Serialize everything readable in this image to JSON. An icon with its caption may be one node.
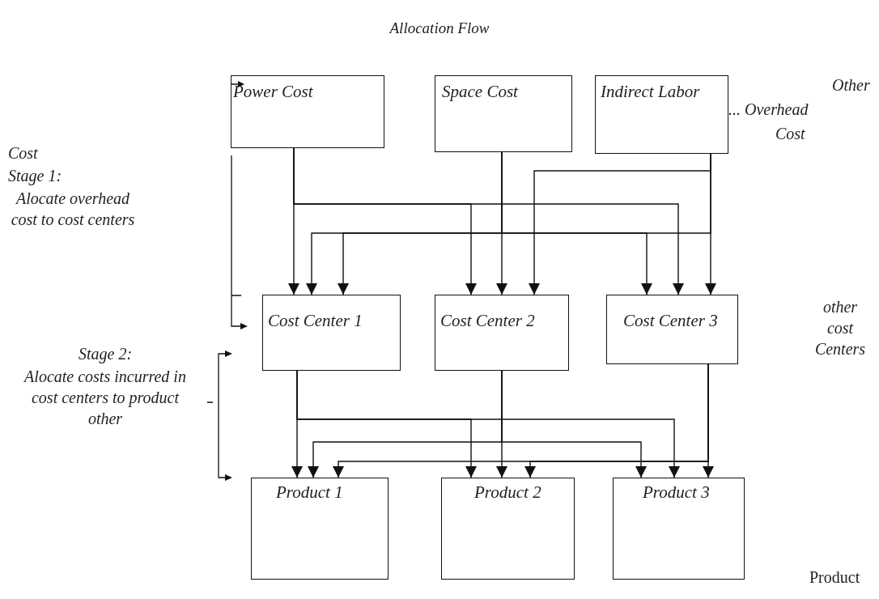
{
  "diagram": {
    "title": "Allocation Flow",
    "nodes": [
      {
        "text": [
          "Power Cost"
        ]
      },
      {
        "text": [
          "Space Cost"
        ]
      },
      {
        "text": [
          "Indirect Labor"
        ]
      },
      {
        "text": [
          "Cost Center 1"
        ]
      },
      {
        "text": [
          "Cost Center 2"
        ]
      },
      {
        "text": [
          "Cost Center 3"
        ]
      },
      {
        "text": [
          "Product 1"
        ]
      },
      {
        "text": [
          "Product 2"
        ]
      },
      {
        "text": [
          "Product 3"
        ]
      }
    ],
    "edges": [
      {
        "from": 0,
        "to": 3,
        "arrow": "to"
      },
      {
        "from": 0,
        "to": 4,
        "arrow": "to"
      },
      {
        "from": 0,
        "to": 5,
        "arrow": "to"
      },
      {
        "from": 1,
        "to": 3,
        "arrow": "to"
      },
      {
        "from": 1,
        "to": 4,
        "arrow": "to"
      },
      {
        "from": 1,
        "to": 5,
        "arrow": "to"
      },
      {
        "from": 2,
        "to": 3,
        "arrow": "to"
      },
      {
        "from": 2,
        "to": 4,
        "arrow": "to"
      },
      {
        "from": 2,
        "to": 5,
        "arrow": "to"
      },
      {
        "from": 3,
        "to": 6,
        "arrow": "to"
      },
      {
        "from": 3,
        "to": 7,
        "arrow": "to"
      },
      {
        "from": 3,
        "to": 8,
        "arrow": "to"
      },
      {
        "from": 4,
        "to": 6,
        "arrow": "to"
      },
      {
        "from": 4,
        "to": 7,
        "arrow": "to"
      },
      {
        "from": 4,
        "to": 8,
        "arrow": "to"
      },
      {
        "from": 5,
        "to": 6,
        "arrow": "to"
      },
      {
        "from": 5,
        "to": 7,
        "arrow": "to"
      },
      {
        "from": 5,
        "to": 8,
        "arrow": "to"
      }
    ],
    "labels": [
      "Other",
      "... Overhead",
      "Cost",
      "Cost",
      "Stage 1:",
      "Alocate overhead cost to cost centers",
      "other cost Centers",
      "Stage 2:",
      "Alocate costs incurred in cost centers to product other",
      "Product"
    ]
  }
}
